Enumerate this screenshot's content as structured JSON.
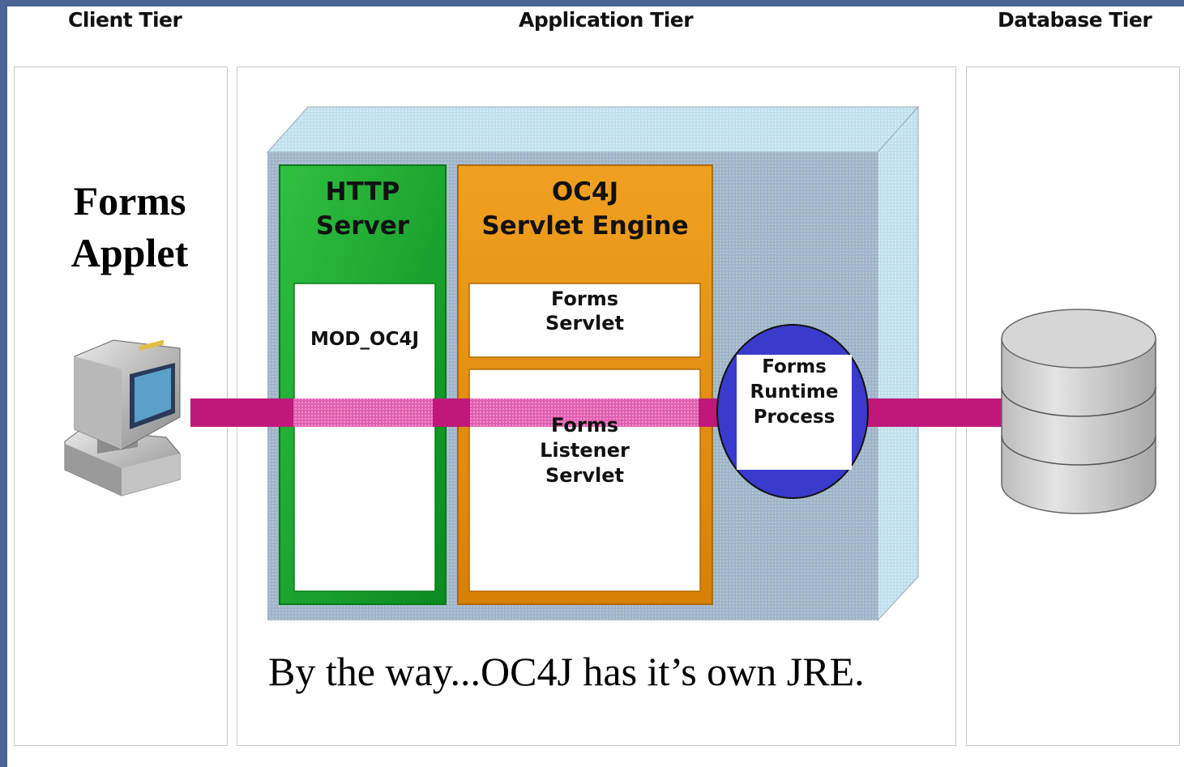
{
  "tiers": {
    "client": "Client Tier",
    "application": "Application Tier",
    "database": "Database Tier"
  },
  "client": {
    "title_line1": "Forms",
    "title_line2": "Applet",
    "icon": "computer-icon"
  },
  "http_server": {
    "label_line1": "HTTP",
    "label_line2": "Server",
    "module": "MOD_OC4J"
  },
  "oc4j": {
    "label_line1": "OC4J",
    "label_line2": "Servlet Engine",
    "forms_servlet_line1": "Forms",
    "forms_servlet_line2": "Servlet",
    "listener_line1": "Forms",
    "listener_line2": "Listener",
    "listener_line3": "Servlet"
  },
  "runtime": {
    "line1": "Forms",
    "line2": "Runtime",
    "line3": "Process"
  },
  "database": {
    "icon": "database-icon"
  },
  "note": "By the way...OC4J has it’s own JRE.",
  "colors": {
    "frame": "#4a6494",
    "http_green": "#22a830",
    "oc4j_orange": "#e8900c",
    "container_blue": "#9fb4c8",
    "connector_magenta": "#c0187a",
    "runtime_blue": "#3a3acc"
  }
}
